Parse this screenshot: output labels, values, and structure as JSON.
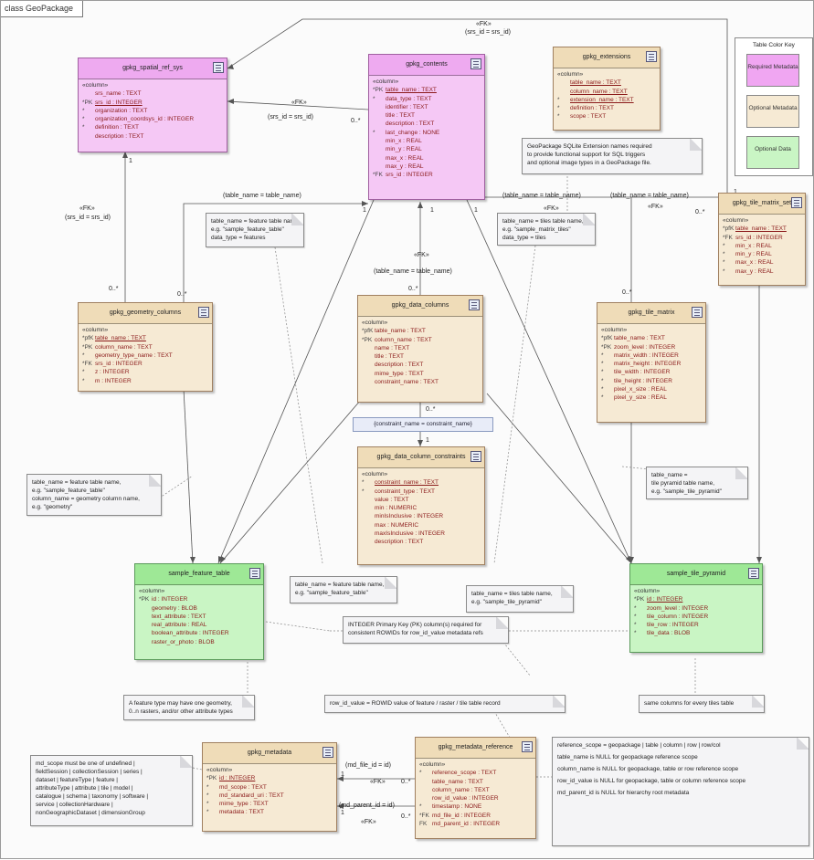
{
  "frame_title": "class GeoPackage",
  "legend": {
    "title": "Table Color Key",
    "required": "Required Metadata",
    "optional_metadata": "Optional Metadata",
    "optional_data": "Optional Data"
  },
  "classes": {
    "srs": {
      "name": "gpkg_spatial_ref_sys",
      "stereotype": "«column»",
      "attrs": [
        {
          "m": "",
          "t": "srs_name : TEXT",
          "pk": false
        },
        {
          "m": "*PK",
          "t": "srs_id : INTEGER",
          "pk": true
        },
        {
          "m": "*",
          "t": "organization : TEXT",
          "pk": false
        },
        {
          "m": "*",
          "t": "organization_coordsys_id : INTEGER",
          "pk": false
        },
        {
          "m": "*",
          "t": "definition : TEXT",
          "pk": false
        },
        {
          "m": "",
          "t": "description : TEXT",
          "pk": false
        }
      ]
    },
    "contents": {
      "name": "gpkg_contents",
      "stereotype": "«column»",
      "attrs": [
        {
          "m": "*PK",
          "t": "table_name : TEXT",
          "pk": true
        },
        {
          "m": "*",
          "t": "data_type : TEXT",
          "pk": false
        },
        {
          "m": "",
          "t": "identifier : TEXT",
          "pk": false
        },
        {
          "m": "",
          "t": "title : TEXT",
          "pk": false
        },
        {
          "m": "",
          "t": "description : TEXT",
          "pk": false
        },
        {
          "m": "*",
          "t": "last_change : NONE",
          "pk": false
        },
        {
          "m": "",
          "t": "min_x : REAL",
          "pk": false
        },
        {
          "m": "",
          "t": "min_y : REAL",
          "pk": false
        },
        {
          "m": "",
          "t": "max_x : REAL",
          "pk": false
        },
        {
          "m": "",
          "t": "max_y : REAL",
          "pk": false
        },
        {
          "m": "*FK",
          "t": "srs_id : INTEGER",
          "pk": false
        }
      ]
    },
    "extensions": {
      "name": "gpkg_extensions",
      "stereotype": "«column»",
      "attrs": [
        {
          "m": "",
          "t": "table_name : TEXT",
          "pk": true
        },
        {
          "m": "",
          "t": "column_name : TEXT",
          "pk": true
        },
        {
          "m": "*",
          "t": "extension_name : TEXT",
          "pk": true
        },
        {
          "m": "*",
          "t": "definition : TEXT",
          "pk": false
        },
        {
          "m": "*",
          "t": "scope : TEXT",
          "pk": false
        }
      ]
    },
    "geometry_columns": {
      "name": "gpkg_geometry_columns",
      "stereotype": "«column»",
      "attrs": [
        {
          "m": "*pfK",
          "t": "table_name : TEXT",
          "pk": true
        },
        {
          "m": "*PK",
          "t": "column_name : TEXT",
          "pk": false
        },
        {
          "m": "*",
          "t": "geometry_type_name : TEXT",
          "pk": false
        },
        {
          "m": "*FK",
          "t": "srs_id : INTEGER",
          "pk": false
        },
        {
          "m": "*",
          "t": "z : INTEGER",
          "pk": false
        },
        {
          "m": "*",
          "t": "m : INTEGER",
          "pk": false
        }
      ]
    },
    "data_columns": {
      "name": "gpkg_data_columns",
      "stereotype": "«column»",
      "attrs": [
        {
          "m": "*pfK",
          "t": "table_name : TEXT",
          "pk": false
        },
        {
          "m": "*PK",
          "t": "column_name : TEXT",
          "pk": false
        },
        {
          "m": "",
          "t": "name : TEXT",
          "pk": false
        },
        {
          "m": "",
          "t": "title : TEXT",
          "pk": false
        },
        {
          "m": "",
          "t": "description : TEXT",
          "pk": false
        },
        {
          "m": "",
          "t": "mime_type : TEXT",
          "pk": false
        },
        {
          "m": "",
          "t": "constraint_name : TEXT",
          "pk": false
        }
      ]
    },
    "data_column_constraints": {
      "name": "gpkg_data_column_constraints",
      "stereotype": "«column»",
      "attrs": [
        {
          "m": "*",
          "t": "constraint_name : TEXT",
          "pk": true
        },
        {
          "m": "*",
          "t": "constraint_type : TEXT",
          "pk": false
        },
        {
          "m": "",
          "t": "value : TEXT",
          "pk": false
        },
        {
          "m": "",
          "t": "min : NUMERIC",
          "pk": false
        },
        {
          "m": "",
          "t": "minIsInclusive : INTEGER",
          "pk": false
        },
        {
          "m": "",
          "t": "max : NUMERIC",
          "pk": false
        },
        {
          "m": "",
          "t": "maxIsInclusive : INTEGER",
          "pk": false
        },
        {
          "m": "",
          "t": "description : TEXT",
          "pk": false
        }
      ]
    },
    "tile_matrix_set": {
      "name": "gpkg_tile_matrix_set",
      "stereotype": "«column»",
      "attrs": [
        {
          "m": "*pfK",
          "t": "table_name : TEXT",
          "pk": true
        },
        {
          "m": "*FK",
          "t": "srs_id : INTEGER",
          "pk": false
        },
        {
          "m": "*",
          "t": "min_x : REAL",
          "pk": false
        },
        {
          "m": "*",
          "t": "min_y : REAL",
          "pk": false
        },
        {
          "m": "*",
          "t": "max_x : REAL",
          "pk": false
        },
        {
          "m": "*",
          "t": "max_y : REAL",
          "pk": false
        }
      ]
    },
    "tile_matrix": {
      "name": "gpkg_tile_matrix",
      "stereotype": "«column»",
      "attrs": [
        {
          "m": "*pfK",
          "t": "table_name : TEXT",
          "pk": false
        },
        {
          "m": "*PK",
          "t": "zoom_level : INTEGER",
          "pk": false
        },
        {
          "m": "*",
          "t": "matrix_width : INTEGER",
          "pk": false
        },
        {
          "m": "*",
          "t": "matrix_height : INTEGER",
          "pk": false
        },
        {
          "m": "*",
          "t": "tile_width : INTEGER",
          "pk": false
        },
        {
          "m": "*",
          "t": "tile_height : INTEGER",
          "pk": false
        },
        {
          "m": "*",
          "t": "pixel_x_size : REAL",
          "pk": false
        },
        {
          "m": "*",
          "t": "pixel_y_size : REAL",
          "pk": false
        }
      ]
    },
    "sample_feature": {
      "name": "sample_feature_table",
      "stereotype": "«column»",
      "attrs": [
        {
          "m": "*PK",
          "t": "id : INTEGER",
          "pk": false
        },
        {
          "m": "",
          "t": "geometry : BLOB",
          "pk": false
        },
        {
          "m": "",
          "t": "text_attribute : TEXT",
          "pk": false
        },
        {
          "m": "",
          "t": "real_attribute : REAL",
          "pk": false
        },
        {
          "m": "",
          "t": "boolean_attribute : INTEGER",
          "pk": false
        },
        {
          "m": "",
          "t": "raster_or_photo : BLOB",
          "pk": false
        }
      ]
    },
    "sample_tile": {
      "name": "sample_tile_pyramid",
      "stereotype": "«column»",
      "attrs": [
        {
          "m": "*PK",
          "t": "id : INTEGER",
          "pk": true
        },
        {
          "m": "*",
          "t": "zoom_level : INTEGER",
          "pk": false
        },
        {
          "m": "*",
          "t": "tile_column : INTEGER",
          "pk": false
        },
        {
          "m": "*",
          "t": "tile_row : INTEGER",
          "pk": false
        },
        {
          "m": "*",
          "t": "tile_data : BLOB",
          "pk": false
        }
      ]
    },
    "metadata": {
      "name": "gpkg_metadata",
      "stereotype": "«column»",
      "attrs": [
        {
          "m": "*PK",
          "t": "id : INTEGER",
          "pk": true
        },
        {
          "m": "*",
          "t": "md_scope : TEXT",
          "pk": false
        },
        {
          "m": "*",
          "t": "md_standard_uri : TEXT",
          "pk": false
        },
        {
          "m": "*",
          "t": "mime_type : TEXT",
          "pk": false
        },
        {
          "m": "*",
          "t": "metadata : TEXT",
          "pk": false
        }
      ]
    },
    "metadata_reference": {
      "name": "gpkg_metadata_reference",
      "stereotype": "«column»",
      "attrs": [
        {
          "m": "*",
          "t": "reference_scope : TEXT",
          "pk": false
        },
        {
          "m": "",
          "t": "table_name : TEXT",
          "pk": false
        },
        {
          "m": "",
          "t": "column_name : TEXT",
          "pk": false
        },
        {
          "m": "",
          "t": "row_id_value : INTEGER",
          "pk": false
        },
        {
          "m": "*",
          "t": "timestamp : NONE",
          "pk": false
        },
        {
          "m": "*FK",
          "t": "md_file_id : INTEGER",
          "pk": false
        },
        {
          "m": "FK",
          "t": "md_parent_id : INTEGER",
          "pk": false
        }
      ]
    }
  },
  "notes": {
    "extensions": [
      "GeoPackage SQLite Extension names required",
      "to provide functional support for SQL triggers",
      "and optional image types in a GeoPackage file."
    ],
    "features": [
      "table_name = feature table name,",
      "e.g. \"sample_feature_table\"",
      "data_type = features"
    ],
    "tiles": [
      "table_name = tiles table name,",
      "e.g. \"sample_matrix_tiles\"",
      "data_type = tiles"
    ],
    "geom_cols": [
      "table_name = feature table name,",
      "e.g. \"sample_feature_table\"",
      "column_name = geometry column name,",
      "e.g. \"geometry\""
    ],
    "tile_pyramid": [
      "table_name =",
      "tile pyramid table name,",
      "e.g. \"sample_tile_pyramid\""
    ],
    "feat_table": [
      "table_name = feature table name,",
      "e.g. \"sample_feature_table\""
    ],
    "tile_table": [
      "table_name = tiles table name,",
      "e.g. \"sample_tile_pyramid\""
    ],
    "integer_pk": [
      "INTEGER Primary Key (PK) column(s) required for",
      "consistent ROWIDs for row_id_value metadata refs"
    ],
    "feature_type": [
      "A feature type may have one geometry,",
      "0..n rasters, and/or other attribute types"
    ],
    "row_id": [
      "row_id_value = ROWID value of feature / raster / tile table record"
    ],
    "same_cols": [
      "same columns for every tiles table"
    ],
    "md_scope": [
      "md_scope must be one of undefined |",
      "fieldSession | collectionSession | series |",
      "dataset | featureType | feature |",
      "attributeType | attribute | tile | model |",
      "catalogue | schema | taxonomy | software |",
      "service | collectionHardware |",
      "nonGeographicDataset | dimensionGroup"
    ],
    "ref_scope": [
      "reference_scope = geopackage | table | column | row | row/col",
      "",
      "table_name is NULL for geopackage reference scope",
      "",
      "column_name is NULL for geopackage, table or row reference scope",
      "",
      "row_id_value is NULL for geopackage, table or column reference scope",
      "",
      "md_parent_id is NULL for hierarchy root metadata"
    ]
  },
  "constraint_label": "{constraint_name = constraint_name}",
  "labels": {
    "fk": "«FK»",
    "srs_eq": "(srs_id = srs_id)",
    "tn_eq": "(table_name = table_name)",
    "md_file": "(md_file_id = id)",
    "md_parent": "(md_parent_id = id)",
    "one": "1",
    "many": "0..*"
  }
}
